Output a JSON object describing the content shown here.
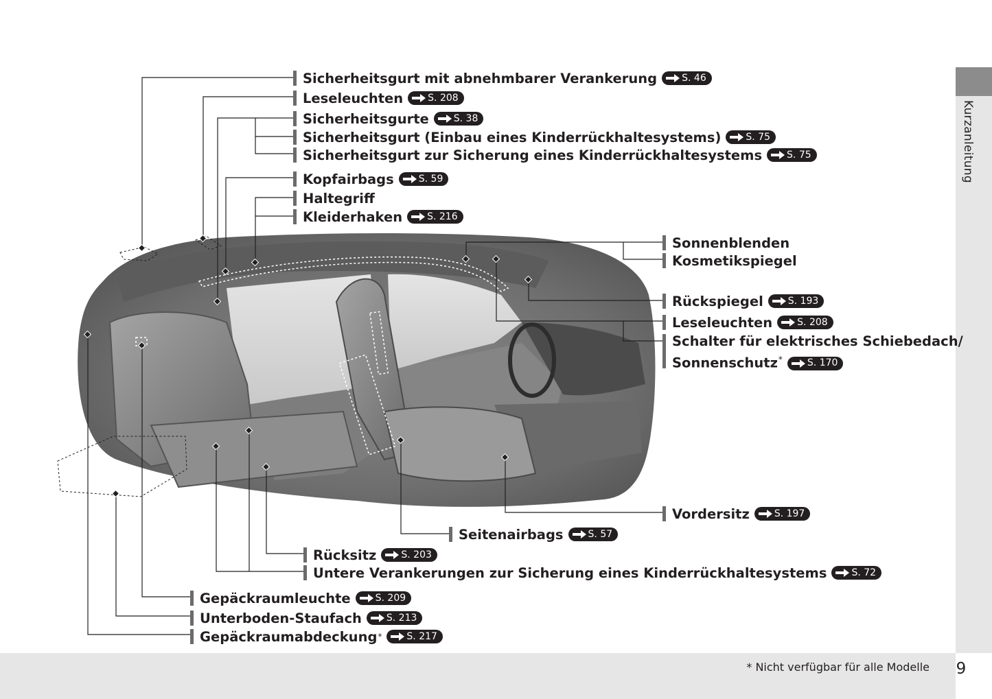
{
  "side_tab": {
    "label": "Kurzanleitung"
  },
  "page_number": "9",
  "footnote": "* Nicht verfügbar für alle Modelle",
  "callouts": [
    {
      "id": "seatbelt-detachable",
      "text": "Sicherheitsgurt mit abnehmbarer Verankerung",
      "ref": "S. 46"
    },
    {
      "id": "reading-lights-rear",
      "text": "Leseleuchten",
      "ref": "S. 208"
    },
    {
      "id": "seatbelts",
      "text": "Sicherheitsgurte",
      "ref": "S. 38"
    },
    {
      "id": "seatbelt-child-install",
      "text": "Sicherheitsgurt (Einbau eines Kinderrückhaltesystems)",
      "ref": "S. 75"
    },
    {
      "id": "seatbelt-child-secure",
      "text": "Sicherheitsgurt zur Sicherung eines Kinderrückhaltesystems",
      "ref": "S. 75"
    },
    {
      "id": "curtain-airbags",
      "text": "Kopfairbags",
      "ref": "S. 59"
    },
    {
      "id": "grab-handle",
      "text": "Haltegriff",
      "ref": ""
    },
    {
      "id": "coat-hook",
      "text": "Kleiderhaken",
      "ref": "S. 216"
    },
    {
      "id": "sun-visors",
      "text": "Sonnenblenden",
      "ref": ""
    },
    {
      "id": "vanity-mirror",
      "text": "Kosmetikspiegel",
      "ref": ""
    },
    {
      "id": "rearview-mirror",
      "text": "Rückspiegel",
      "ref": "S. 193"
    },
    {
      "id": "reading-lights-front",
      "text": "Leseleuchten",
      "ref": "S. 208"
    },
    {
      "id": "moonroof-switch",
      "text": "Schalter für elektrisches Schiebedach/",
      "text2": "Sonnenschutz",
      "star": "*",
      "ref": "S. 170"
    },
    {
      "id": "front-seat",
      "text": "Vordersitz",
      "ref": "S. 197"
    },
    {
      "id": "side-airbags",
      "text": "Seitenairbags",
      "ref": "S. 57"
    },
    {
      "id": "rear-seat",
      "text": "Rücksitz",
      "ref": "S. 203"
    },
    {
      "id": "lower-anchors",
      "text": "Untere Verankerungen zur Sicherung eines Kinderrückhaltesystems",
      "ref": "S. 72"
    },
    {
      "id": "cargo-light",
      "text": "Gepäckraumleuchte",
      "ref": "S. 209"
    },
    {
      "id": "underfloor-storage",
      "text": "Unterboden-Staufach",
      "ref": "S. 213"
    },
    {
      "id": "cargo-cover",
      "text": "Gepäckraumabdeckung",
      "star": "*",
      "ref": "S. 217"
    }
  ]
}
